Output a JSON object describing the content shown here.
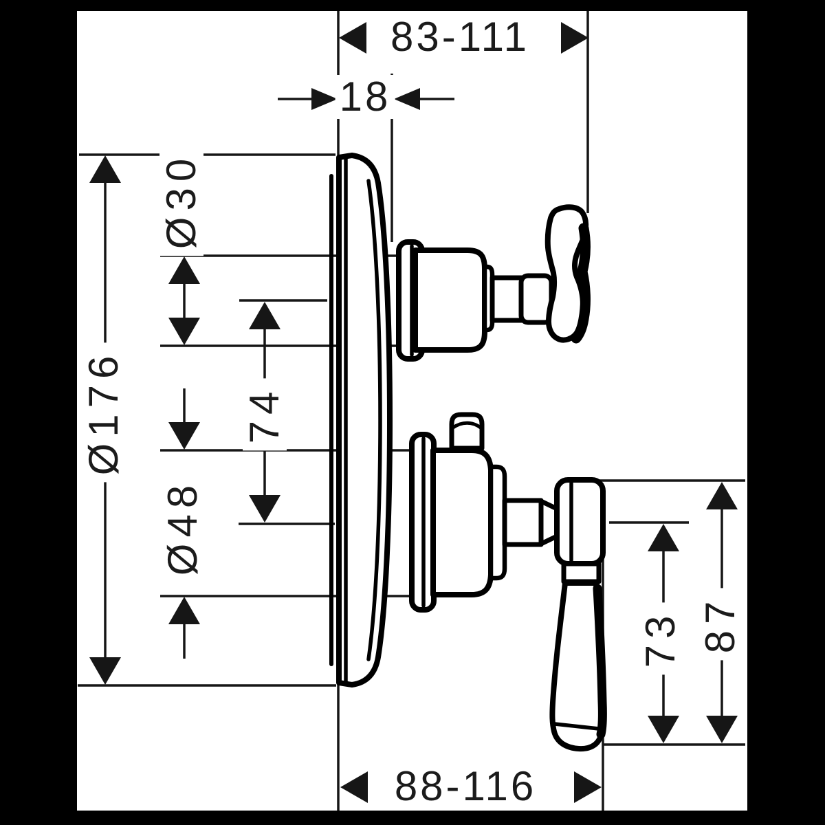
{
  "drawing": {
    "kind": "technical dimension drawing",
    "view": "side view of concealed thermostat valve with cross handle and lever handle"
  },
  "dimensions": {
    "top_projection_range": "83-111",
    "plate_depth": "18",
    "plate_diameter": "Ø176",
    "upper_escutcheon_diameter": "Ø30",
    "valve_axis_distance": "74",
    "lower_escutcheon_diameter": "Ø48",
    "lever_below_axis": "73",
    "handle_overall_height": "87",
    "bottom_projection_range": "88-116"
  },
  "colors": {
    "ink": "#1b1b1b",
    "line": "#161616",
    "paper": "#ffffff",
    "frame": "#000000"
  }
}
